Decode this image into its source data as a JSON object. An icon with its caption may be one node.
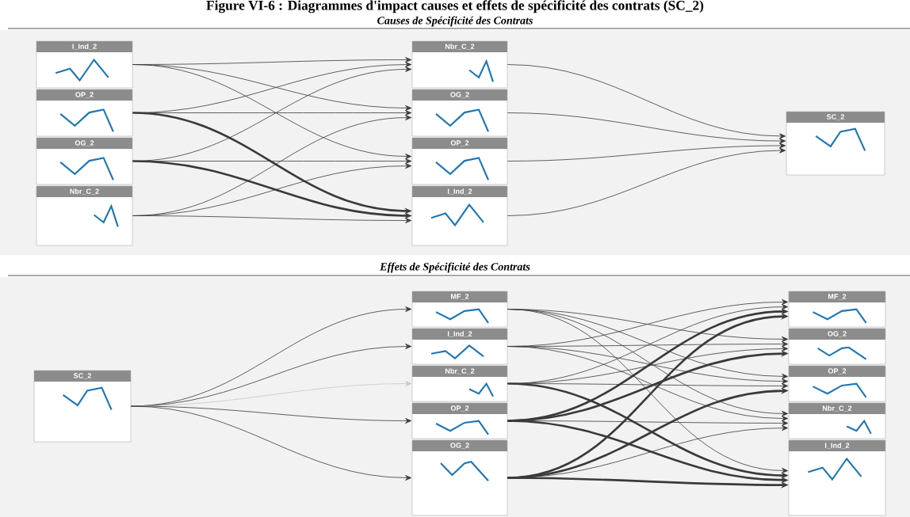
{
  "diagram": {
    "title": "Figure VI-6 : Diagrammes d'impact causes et effets de spécificité des contrats (SC_2)",
    "nodes": [
      {
        "text": [
          "I_Ind_2"
        ]
      },
      {
        "text": [
          "OP_2"
        ]
      },
      {
        "text": [
          "OG_2"
        ]
      },
      {
        "text": [
          "Nbr_C_2"
        ]
      },
      {
        "text": [
          "Nbr_C_2"
        ]
      },
      {
        "text": [
          "OG_2"
        ]
      },
      {
        "text": [
          "OP_2"
        ]
      },
      {
        "text": [
          "I_Ind_2"
        ]
      },
      {
        "text": [
          "SC_2"
        ]
      },
      {
        "text": [
          "SC_2"
        ]
      },
      {
        "text": [
          "MF_2"
        ]
      },
      {
        "text": [
          "I_Ind_2"
        ]
      },
      {
        "text": [
          "Nbr_C_2"
        ]
      },
      {
        "text": [
          "OP_2"
        ]
      },
      {
        "text": [
          "OG_2"
        ]
      },
      {
        "text": [
          "MF_2"
        ]
      },
      {
        "text": [
          "OG_2"
        ]
      },
      {
        "text": [
          "OP_2"
        ]
      },
      {
        "text": [
          "Nbr_C_2"
        ]
      },
      {
        "text": [
          "I_Ind_2"
        ]
      }
    ],
    "edges": [
      {
        "from": 0,
        "to": 4,
        "arrow": "to"
      },
      {
        "from": 0,
        "to": 5,
        "arrow": "to"
      },
      {
        "from": 0,
        "to": 6,
        "arrow": "to"
      },
      {
        "from": 1,
        "to": 4,
        "arrow": "to"
      },
      {
        "from": 1,
        "to": 5,
        "arrow": "to"
      },
      {
        "from": 1,
        "to": 7,
        "arrow": "to",
        "style": "thick"
      },
      {
        "from": 2,
        "to": 4,
        "arrow": "to"
      },
      {
        "from": 2,
        "to": 6,
        "arrow": "to"
      },
      {
        "from": 2,
        "to": 7,
        "arrow": "to",
        "style": "thick"
      },
      {
        "from": 3,
        "to": 5,
        "arrow": "to"
      },
      {
        "from": 3,
        "to": 6,
        "arrow": "to"
      },
      {
        "from": 3,
        "to": 7,
        "arrow": "to"
      },
      {
        "from": 4,
        "to": 8,
        "arrow": "to"
      },
      {
        "from": 5,
        "to": 8,
        "arrow": "to"
      },
      {
        "from": 6,
        "to": 8,
        "arrow": "to"
      },
      {
        "from": 7,
        "to": 8,
        "arrow": "to"
      },
      {
        "from": 9,
        "to": 10,
        "arrow": "to"
      },
      {
        "from": 9,
        "to": 11,
        "arrow": "to"
      },
      {
        "from": 9,
        "to": 12,
        "arrow": "to",
        "color": "#c8c8c8"
      },
      {
        "from": 9,
        "to": 13,
        "arrow": "to"
      },
      {
        "from": 9,
        "to": 14,
        "arrow": "to"
      },
      {
        "from": 10,
        "to": 16,
        "arrow": "to"
      },
      {
        "from": 10,
        "to": 17,
        "arrow": "to"
      },
      {
        "from": 10,
        "to": 18,
        "arrow": "to"
      },
      {
        "from": 10,
        "to": 19,
        "arrow": "to"
      },
      {
        "from": 11,
        "to": 15,
        "arrow": "to"
      },
      {
        "from": 11,
        "to": 16,
        "arrow": "to"
      },
      {
        "from": 11,
        "to": 17,
        "arrow": "to"
      },
      {
        "from": 11,
        "to": 18,
        "arrow": "to"
      },
      {
        "from": 12,
        "to": 15,
        "arrow": "to"
      },
      {
        "from": 12,
        "to": 16,
        "arrow": "to"
      },
      {
        "from": 12,
        "to": 17,
        "arrow": "to"
      },
      {
        "from": 12,
        "to": 19,
        "arrow": "to",
        "style": "thick"
      },
      {
        "from": 13,
        "to": 15,
        "arrow": "to",
        "style": "thick"
      },
      {
        "from": 13,
        "to": 16,
        "arrow": "to",
        "style": "thick"
      },
      {
        "from": 13,
        "to": 18,
        "arrow": "to"
      },
      {
        "from": 13,
        "to": 19,
        "arrow": "to",
        "style": "thick"
      },
      {
        "from": 14,
        "to": 15,
        "arrow": "to",
        "style": "thick"
      },
      {
        "from": 14,
        "to": 17,
        "arrow": "to",
        "style": "thick"
      },
      {
        "from": 14,
        "to": 18,
        "arrow": "to"
      },
      {
        "from": 14,
        "to": 19,
        "arrow": "to",
        "style": "thick"
      }
    ],
    "labels": [
      "Causes de Spécificité des Contrats",
      "Effets de Spécificité des Contrats"
    ]
  }
}
